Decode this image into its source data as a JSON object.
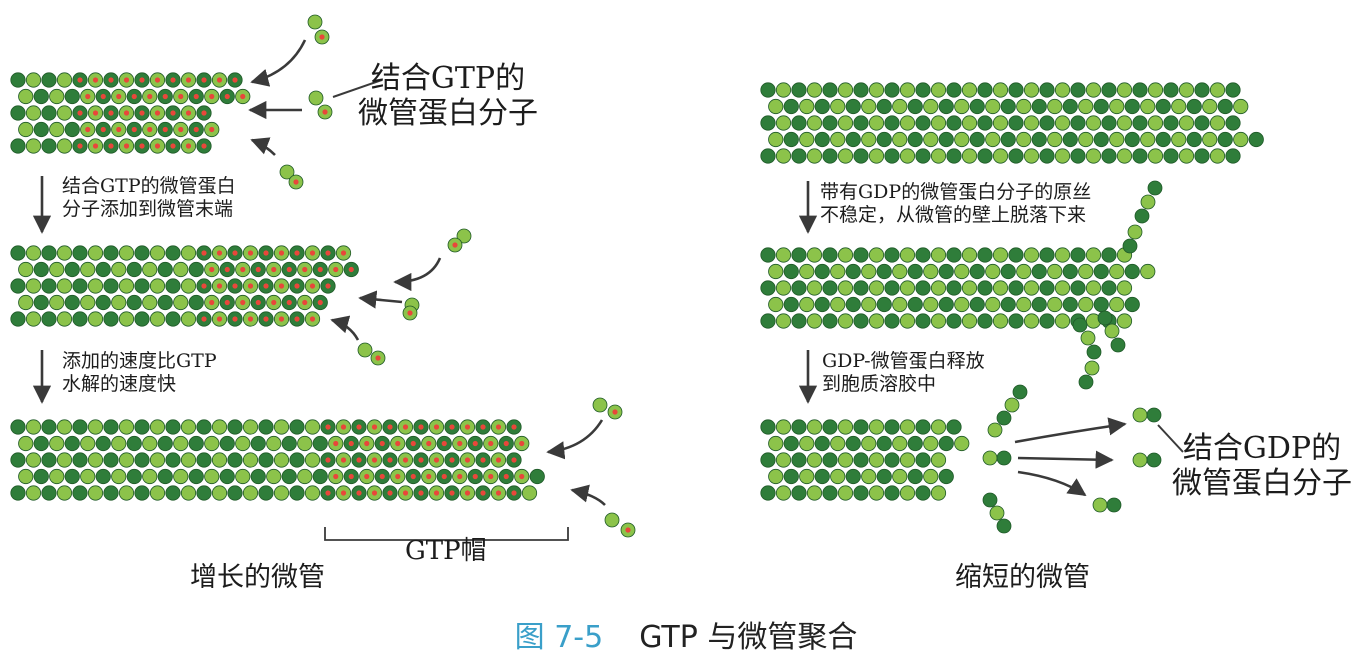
{
  "colors": {
    "dark_green": "#2f7d3a",
    "light_green": "#8cc34a",
    "gtp_red": "#e8473a",
    "arrow": "#3a3a3a",
    "figure_number": "#3a9fc9"
  },
  "left_panel": {
    "label_gtp_tubulin": [
      "结合GTP的",
      "微管蛋白分子"
    ],
    "step1": [
      "结合GTP的微管蛋白",
      "分子添加到微管末端"
    ],
    "step2": [
      "添加的速度比GTP",
      "水解的速度快"
    ],
    "gtp_cap": "GTP帽",
    "title": "增长的微管"
  },
  "right_panel": {
    "step1": [
      "带有GDP的微管蛋白分子的原丝",
      "不稳定，从微管的壁上脱落下来"
    ],
    "step2": [
      "GDP-微管蛋白释放",
      "到胞质溶胶中"
    ],
    "label_gdp_tubulin": [
      "结合GDP的",
      "微管蛋白分子"
    ],
    "title": "缩短的微管"
  },
  "caption": {
    "figure_number": "图 7-5",
    "text": "GTP 与微管聚合"
  }
}
